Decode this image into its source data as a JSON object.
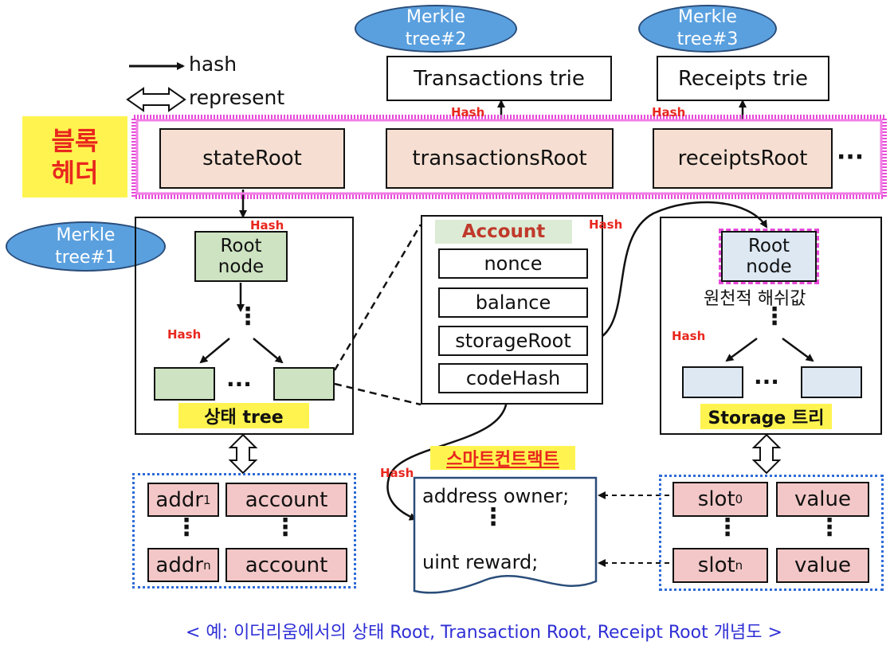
{
  "legend": {
    "hash": "hash",
    "represent": "represent"
  },
  "top": {
    "merkle2": [
      "Merkle",
      "tree#2"
    ],
    "merkle3": [
      "Merkle",
      "tree#3"
    ],
    "transactions_trie": "Transactions trie",
    "receipts_trie": "Receipts trie",
    "hash_label": "Hash"
  },
  "header": {
    "side_label": [
      "블록",
      "헤더"
    ],
    "cells": [
      "stateRoot",
      "transactionsRoot",
      "receiptsRoot"
    ],
    "more": "···"
  },
  "state": {
    "merkle1": [
      "Merkle",
      "tree#1"
    ],
    "hash_label": "Hash",
    "root_node": [
      "Root",
      "node"
    ],
    "label": "상태 tree",
    "rows": [
      {
        "key": "addr",
        "sub": "1",
        "value": "account"
      },
      {
        "key": "addr",
        "sub": "n",
        "value": "account"
      }
    ]
  },
  "account": {
    "title": "Account",
    "hash_label": "Hash",
    "fields": [
      "nonce",
      "balance",
      "storageRoot",
      "codeHash"
    ]
  },
  "storage": {
    "root_node": [
      "Root",
      "node"
    ],
    "root_caption": "원천적 해쉬값",
    "hash_label": "Hash",
    "label": "Storage 트리",
    "rows": [
      {
        "key": "slot",
        "sub": "0",
        "value": "value"
      },
      {
        "key": "slot",
        "sub": "n",
        "value": "value"
      }
    ]
  },
  "contract": {
    "title": "스마트컨트랙트",
    "hash_label": "Hash",
    "lines": [
      "address owner;",
      "uint reward;"
    ]
  },
  "dots": {
    "v": "⋮",
    "h": "···"
  },
  "caption": "< 예: 이더리움에서의 상태 Root, Transaction Root, Receipt Root 개념도 >"
}
